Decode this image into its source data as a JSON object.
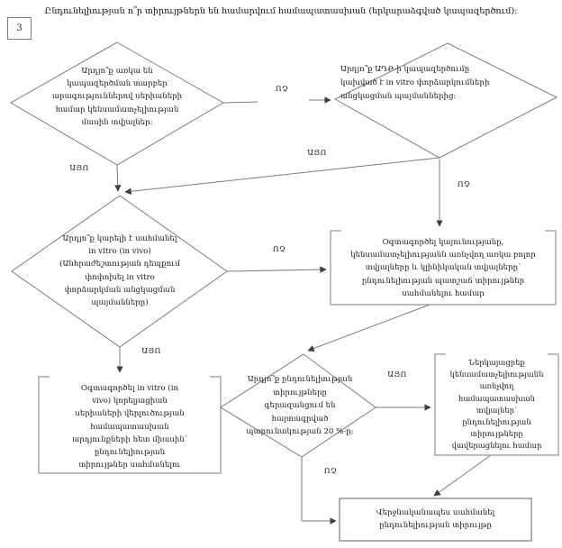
{
  "page": {
    "number": "3",
    "title": "Ընդունելիության ո՞ր տիրույթներն են համարվում համապատասխան (երկարաձգված կապազերծում):"
  },
  "labels": {
    "yes": "ԱՅՈ",
    "no": "ՈՉ"
  },
  "nodes": {
    "q_batches_data": {
      "text": "Արդյո՞ք առկա են\nկապազերծման տարբեր\nարագություններով սերիաների\nհամար կենսամատչելիության\nմասին տվյալներ:"
    },
    "q_api_release_conditions": {
      "text": "Արդյո՞ք ԱԴԲ-ի կապազերծումը\nկախված է in vitro փորձարկումների\nանցկացման պայմաններից:"
    },
    "q_ivivc_definable": {
      "text": "Արդյո՞ք կարելի է սահմանել\nin vitro (in vivo)\n(Անհրաժեշտության դեպքում\nփոփոխել in vitro\nփորձարկման անցկացման\nպայմանները)"
    },
    "box_use_all_data": {
      "text": "Օգտագործել կայունությանը,\nկենսամատչելիությանն առնչվող առկա բոլոր\nտվյալները և կլինիկական տվյալները՝\nընդունելիության պատշաճ տիրույթներ\nսահմանելու համար"
    },
    "box_use_ivivc": {
      "text": "Օգտագործել in vitro (in\nvivo) կորելյացիան\nսերիաների վերլուծության\nհամապատասխան\nարդյունքների հետ միասին՝\nընդունելիության\nտիրույթներ սահմանելու"
    },
    "q_exceed_20pct": {
      "text": "Արդյո՞ք ընդունելիության\nտիրույթները\nգերազանցում են\nհայտագրված\nպարունակության 20 %-ը:"
    },
    "box_submit_bioavailability": {
      "text": "Ներկայացրեք\nկենսամատչելիությանն\nառնչվող\nհամապատասխան\nտվյալներ՝\nընդունելիության\nտիրույթները\nվավերացնելու համար"
    },
    "box_finalize_range": {
      "text": "Վերջնականապես սահմանել\nընդունելիության տիրույթը"
    }
  },
  "colors": {
    "line": "#7d7d7d",
    "arrowhead": "#3f3f3f",
    "text": "#161616"
  }
}
